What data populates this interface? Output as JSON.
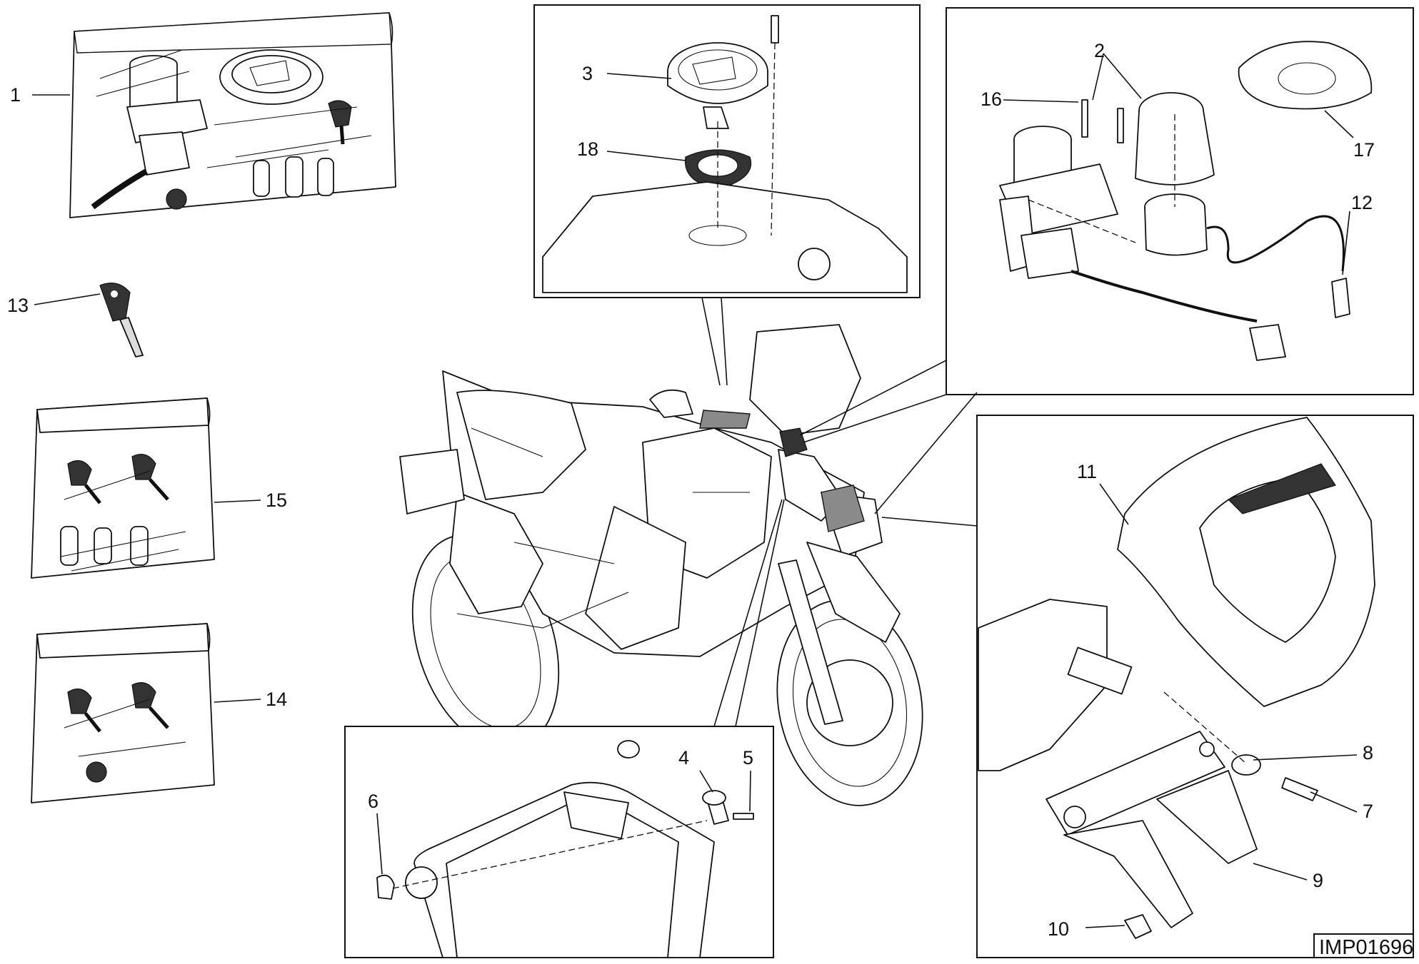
{
  "drawing_code": "IMP01696",
  "callouts": [
    "1",
    "2",
    "3",
    "4",
    "5",
    "6",
    "7",
    "8",
    "9",
    "10",
    "11",
    "12",
    "13",
    "14",
    "15",
    "16",
    "17",
    "18"
  ]
}
